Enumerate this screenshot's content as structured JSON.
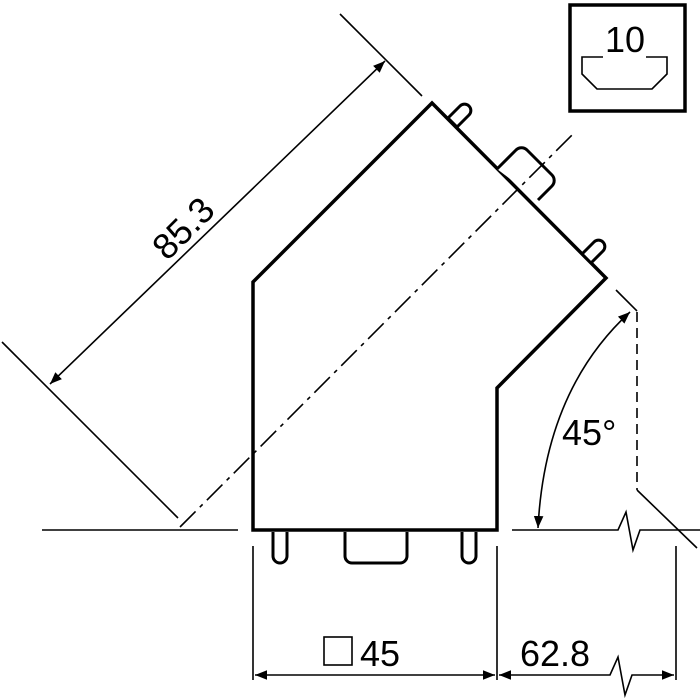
{
  "drawing": {
    "type": "45-degree angled fitting, dimensioned technical drawing",
    "stroke_color": "#000000",
    "background": "#ffffff"
  },
  "dimensions": {
    "diagonal_length": "85.3",
    "square_width": "45",
    "square_symbol": "□",
    "offset_length": "62.8",
    "angle": "45°"
  },
  "legend_box": {
    "value": "10"
  }
}
